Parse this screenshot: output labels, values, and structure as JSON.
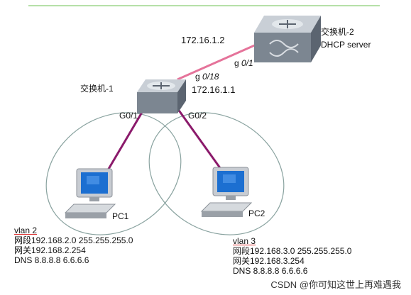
{
  "switch2": {
    "name": "交换机-2",
    "role": "DHCP server",
    "ip": "172.16.1.2",
    "port": "g",
    "port_num": "0/1"
  },
  "switch1": {
    "name": "交换机-1",
    "ip": "172.16.1.1",
    "uplink_port": "g",
    "uplink_port_num": "0/18",
    "port_left": "G0/1",
    "port_right": "G0/2"
  },
  "pc1": {
    "name": "PC1"
  },
  "pc2": {
    "name": "PC2"
  },
  "vlan2": {
    "title": "vlan 2",
    "segment": "网段192.168.2.0 255.255.255.0",
    "gateway": "网关192.168.2.254",
    "dns": "DNS 8.8.8.8 6.6.6.6"
  },
  "vlan3": {
    "title": "vlan 3",
    "segment": "网段192.168.3.0 255.255.255.0",
    "gateway": "网关192.168.3.254",
    "dns": "DNS 8.8.8.8 6.6.6.6"
  },
  "watermark": "CSDN @你可知这世上再难遇我",
  "colors": {
    "uplink": "#e5739a",
    "access": "#8b1a6b",
    "ellipse": "#8aa3a0",
    "topline": "#b6e0a8",
    "monitor": "#1c6fd1"
  }
}
